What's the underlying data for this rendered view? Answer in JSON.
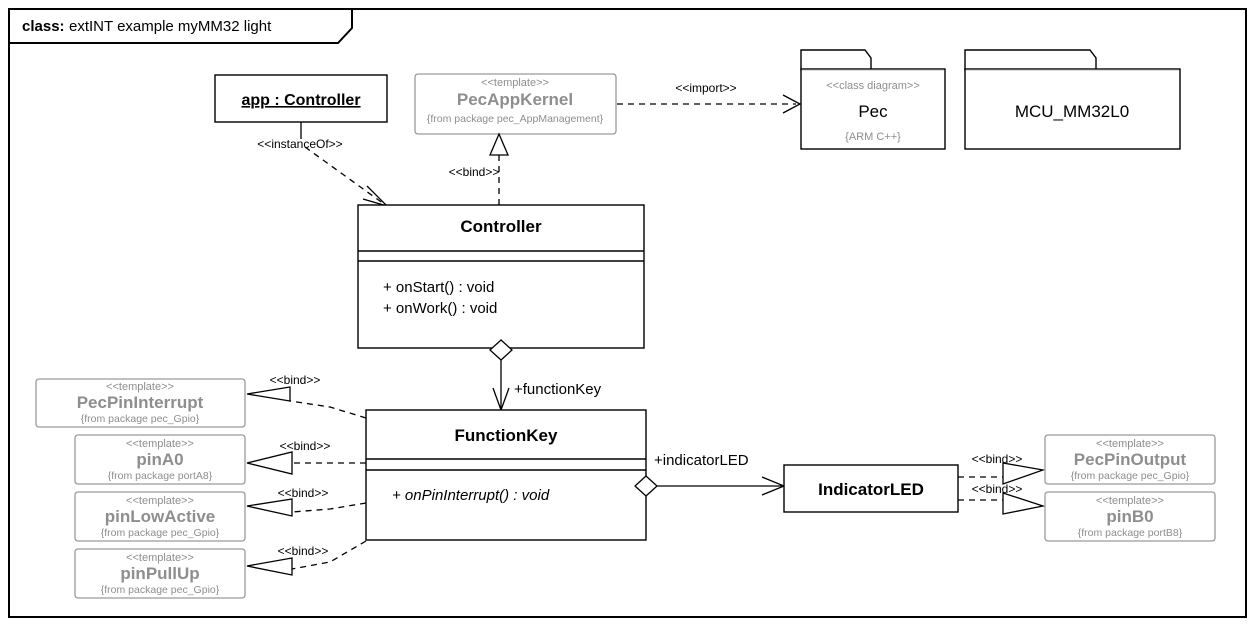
{
  "frame": {
    "kind_label": "class:",
    "name": "extINT example myMM32 light"
  },
  "instances": [
    {
      "name": "instance-app",
      "label": "app : Controller"
    }
  ],
  "classes": [
    {
      "name": "class-controller",
      "title": "Controller",
      "attributes": [],
      "operations": [
        "+ onStart() : void",
        "+ onWork() : void"
      ]
    },
    {
      "name": "class-functionkey",
      "title": "FunctionKey",
      "attributes": [],
      "operations": [
        "+ onPinInterrupt() : void"
      ]
    },
    {
      "name": "class-indicatorled",
      "title": "IndicatorLED",
      "attributes": [],
      "operations": []
    }
  ],
  "templates": [
    {
      "name": "template-pecappkernel",
      "stereotype": "<<template>>",
      "title": "PecAppKernel",
      "from": "{from package pec_AppManagement}"
    },
    {
      "name": "template-pecpininterrupt",
      "stereotype": "<<template>>",
      "title": "PecPinInterrupt",
      "from": "{from package pec_Gpio}"
    },
    {
      "name": "template-pina0",
      "stereotype": "<<template>>",
      "title": "pinA0",
      "from": "{from package portA8}"
    },
    {
      "name": "template-pinlowactive",
      "stereotype": "<<template>>",
      "title": "pinLowActive",
      "from": "{from package pec_Gpio}"
    },
    {
      "name": "template-pinpullup",
      "stereotype": "<<template>>",
      "title": "pinPullUp",
      "from": "{from package pec_Gpio}"
    },
    {
      "name": "template-pecpinoutput",
      "stereotype": "<<template>>",
      "title": "PecPinOutput",
      "from": "{from package pec_Gpio}"
    },
    {
      "name": "template-pinb0",
      "stereotype": "<<template>>",
      "title": "pinB0",
      "from": "{from package portB8}"
    }
  ],
  "packages": [
    {
      "name": "package-pec",
      "stereotype": "<<class diagram>>",
      "title": "Pec",
      "note": "{ARM C++}"
    },
    {
      "name": "package-mcu-mm32l0",
      "stereotype": "",
      "title": "MCU_MM32L0",
      "note": ""
    }
  ],
  "edges": [
    {
      "name": "edge-instanceof",
      "label": "<<instanceOf>>"
    },
    {
      "name": "edge-bind-appkernel",
      "label": "<<bind>>"
    },
    {
      "name": "edge-import-pec",
      "label": "<<import>>"
    },
    {
      "name": "edge-bind-pecpininterrupt",
      "label": "<<bind>>"
    },
    {
      "name": "edge-bind-pina0",
      "label": "<<bind>>"
    },
    {
      "name": "edge-bind-pinlowactive",
      "label": "<<bind>>"
    },
    {
      "name": "edge-bind-pinpullup",
      "label": "<<bind>>"
    },
    {
      "name": "edge-bind-pecpinoutput",
      "label": "<<bind>>"
    },
    {
      "name": "edge-bind-pinb0",
      "label": "<<bind>>"
    }
  ],
  "roles": [
    {
      "name": "role-functionkey",
      "label": "+functionKey"
    },
    {
      "name": "role-indicatorled",
      "label": "+indicatorLED"
    }
  ],
  "colors": {
    "background": "#ffffff",
    "line": "#000000",
    "template_gray": "#8e8e8e",
    "template_border": "#9a9a9a"
  }
}
